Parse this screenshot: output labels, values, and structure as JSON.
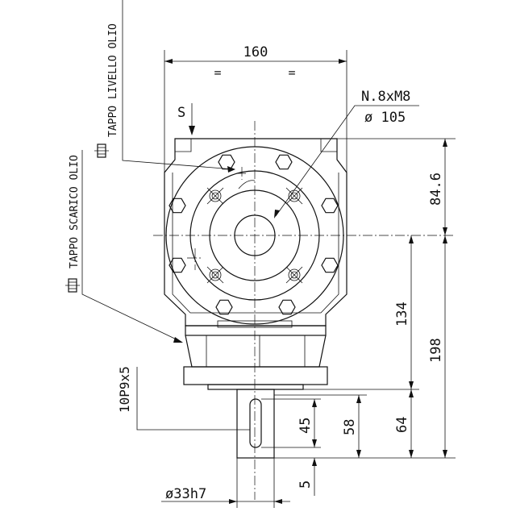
{
  "labels": {
    "width_top": "160",
    "equal_left": "=",
    "equal_right": "=",
    "section_mark": "S",
    "bolt_spec": "N.8xM8",
    "bolt_circle": "ø 105",
    "oil_level_plug": "TAPPO LIVELLO OLIO",
    "oil_drain_plug": "TAPPO SCARICO OLIO",
    "key_spec": "10P9x5",
    "shaft_diameter": "ø33h7"
  },
  "dimensions": {
    "d_84_6": "84.6",
    "d_134": "134",
    "d_198": "198",
    "d_64": "64",
    "d_58": "58",
    "d_45": "45",
    "d_5": "5"
  }
}
